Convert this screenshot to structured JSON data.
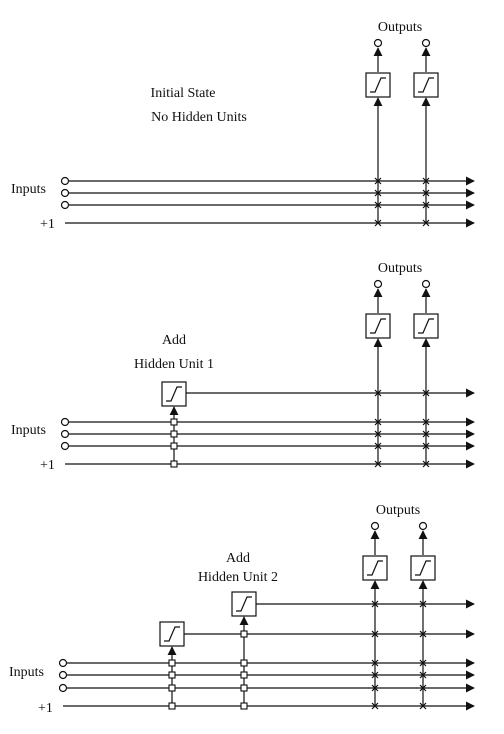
{
  "panel1": {
    "outputs_label": "Outputs",
    "title_line1": "Initial State",
    "title_line2": "No Hidden Units",
    "inputs_label": "Inputs",
    "bias_label": "+1"
  },
  "panel2": {
    "outputs_label": "Outputs",
    "title_line1": "Add",
    "title_line2": "Hidden Unit 1",
    "inputs_label": "Inputs",
    "bias_label": "+1"
  },
  "panel3": {
    "outputs_label": "Outputs",
    "title_line1": "Add",
    "title_line2": "Hidden Unit 2",
    "inputs_label": "Inputs",
    "bias_label": "+1"
  },
  "colors": {
    "ink": "#111111",
    "background": "#ffffff"
  },
  "icons": {
    "unit": "sigmoid-icon",
    "fixed_connection": "square-marker",
    "trainable_connection": "x-marker"
  }
}
